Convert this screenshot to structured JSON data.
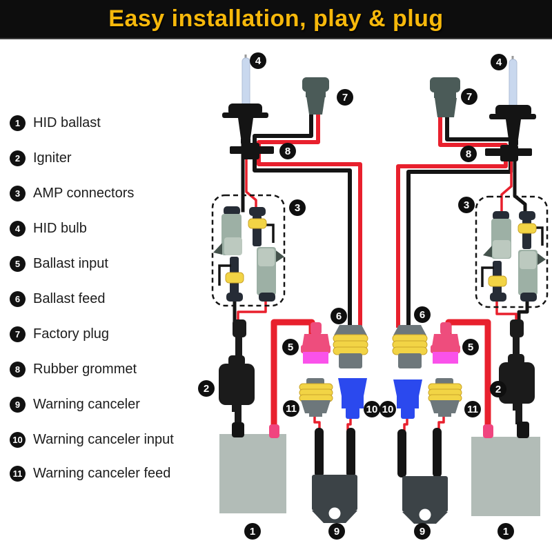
{
  "banner": {
    "title": "Easy installation, play & plug"
  },
  "legend": {
    "items": [
      {
        "number": "1",
        "label": "HID ballast"
      },
      {
        "number": "2",
        "label": "Igniter"
      },
      {
        "number": "3",
        "label": "AMP connectors"
      },
      {
        "number": "4",
        "label": "HID bulb"
      },
      {
        "number": "5",
        "label": "Ballast input"
      },
      {
        "number": "6",
        "label": "Ballast feed"
      },
      {
        "number": "7",
        "label": "Factory plug"
      },
      {
        "number": "8",
        "label": "Rubber grommet"
      },
      {
        "number": "9",
        "label": "Warning canceler"
      },
      {
        "number": "10",
        "label": "Warning canceler input"
      },
      {
        "number": "11",
        "label": "Warning canceler feed"
      }
    ]
  },
  "diagram": {
    "badges": [
      {
        "n": "4"
      },
      {
        "n": "7"
      },
      {
        "n": "8"
      },
      {
        "n": "3"
      },
      {
        "n": "6"
      },
      {
        "n": "5"
      },
      {
        "n": "2"
      },
      {
        "n": "11"
      },
      {
        "n": "10"
      },
      {
        "n": "9"
      },
      {
        "n": "1"
      },
      {
        "n": "4"
      },
      {
        "n": "7"
      },
      {
        "n": "8"
      },
      {
        "n": "3"
      },
      {
        "n": "6"
      },
      {
        "n": "5"
      },
      {
        "n": "2"
      },
      {
        "n": "10"
      },
      {
        "n": "11"
      },
      {
        "n": "9"
      },
      {
        "n": "1"
      }
    ]
  },
  "colors": {
    "banner_bg": "#0d0d0d",
    "banner_text": "#f6b80b",
    "wire_red": "#e8202d",
    "wire_black": "#141414",
    "ballast_gray": "#b2bcb7",
    "plug_gray": "#4b5b58",
    "amp_body": "#9db0a5",
    "amp_body_light": "#bcc9bf",
    "cap_dark": "#262c36",
    "band_yellow": "#f2d445",
    "input_pink": "#ee4d7d",
    "input_magenta": "#fa52ea",
    "feed_gray": "#6d777b",
    "canceler_dark": "#3c4347",
    "input_blue": "#2b49ee",
    "bulb_glass": "#c9d8ee",
    "igniter_black": "#1b1b1b"
  }
}
